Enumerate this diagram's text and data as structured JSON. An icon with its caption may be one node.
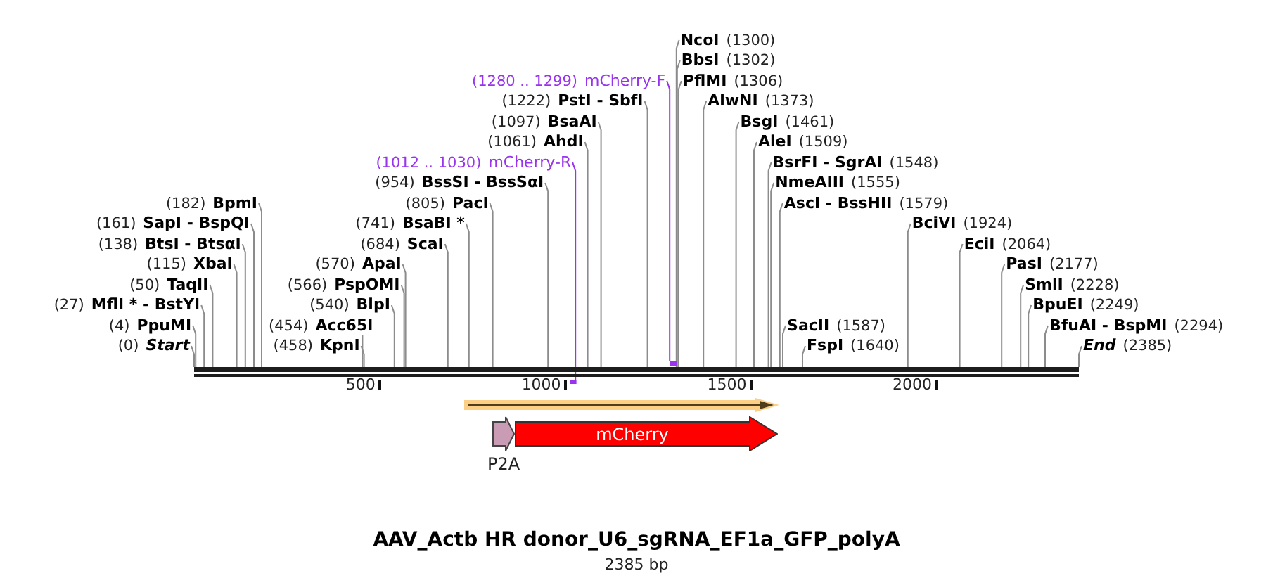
{
  "diagram": {
    "title": "AAV_Actb HR donor_U6_sgRNA_EF1a_GFP_polyA",
    "caption": "2385 bp",
    "nodes": [
      {
        "text": [
          "(0)",
          "Start"
        ]
      },
      {
        "text": [
          "(4)",
          "PpuMI"
        ]
      },
      {
        "text": [
          "(27)",
          "MflI * - BstYI"
        ]
      },
      {
        "text": [
          "(50)",
          "TaqII"
        ]
      },
      {
        "text": [
          "(115)",
          "XbaI"
        ]
      },
      {
        "text": [
          "(138)",
          "BtsI - BtsαI"
        ]
      },
      {
        "text": [
          "(161)",
          "SapI - BspQI"
        ]
      },
      {
        "text": [
          "(182)",
          "BpmI"
        ]
      },
      {
        "text": [
          "(454)",
          "Acc65I"
        ]
      },
      {
        "text": [
          "(458)",
          "KpnI"
        ]
      },
      {
        "text": [
          "(540)",
          "BlpI"
        ]
      },
      {
        "text": [
          "(566)",
          "PspOMI"
        ]
      },
      {
        "text": [
          "(570)",
          "ApaI"
        ]
      },
      {
        "text": [
          "(684)",
          "ScaI"
        ]
      },
      {
        "text": [
          "(741)",
          "BsaBI *"
        ]
      },
      {
        "text": [
          "(805)",
          "PacI"
        ]
      },
      {
        "text": [
          "(954)",
          "BssSI - BssSαI"
        ]
      },
      {
        "text": [
          "(1012 .. 1030)",
          "mCherry-R"
        ]
      },
      {
        "text": [],
        "shape": "bar"
      },
      {
        "text": [
          "(1061)",
          "AhdI"
        ]
      },
      {
        "text": [
          "(1097)",
          "BsaAI"
        ]
      },
      {
        "text": [
          "(1222)",
          "PstI - SbfI"
        ]
      },
      {
        "text": [
          "(1280 .. 1299)",
          "mCherry-F"
        ]
      },
      {
        "text": [],
        "shape": "bar"
      },
      {
        "text": [
          "NcoI",
          "(1300)"
        ]
      },
      {
        "text": [
          "BbsI",
          "(1302)"
        ]
      },
      {
        "text": [
          "PflMI",
          "(1306)"
        ]
      },
      {
        "text": [
          "AlwNI",
          "(1373)"
        ]
      },
      {
        "text": [
          "BsgI",
          "(1461)"
        ]
      },
      {
        "text": [
          "AleI",
          "(1509)"
        ]
      },
      {
        "text": [
          "BsrFI - SgrAI",
          "(1548)"
        ]
      },
      {
        "text": [
          "NmeAIII",
          "(1555)"
        ]
      },
      {
        "text": [
          "AscI - BssHII",
          "(1579)"
        ]
      },
      {
        "text": [
          "SacII",
          "(1587)"
        ]
      },
      {
        "text": [
          "FspI",
          "(1640)"
        ]
      },
      {
        "text": [
          "BciVI",
          "(1924)"
        ]
      },
      {
        "text": [
          "EciI",
          "(2064)"
        ]
      },
      {
        "text": [
          "PasI",
          "(2177)"
        ]
      },
      {
        "text": [
          "SmlI",
          "(2228)"
        ]
      },
      {
        "text": [
          "BpuEI",
          "(2249)"
        ]
      },
      {
        "text": [
          "BfuAI - BspMI",
          "(2294)"
        ]
      },
      {
        "text": [
          "End",
          "(2385)"
        ]
      },
      {
        "text": [],
        "shape": "bar"
      },
      {
        "text": [],
        "shape": "arrow"
      },
      {
        "text": [
          "P2A"
        ]
      },
      {
        "text": [
          "mCherry"
        ]
      }
    ],
    "edges": [
      {
        "from": 0,
        "to": 42,
        "arrow": "none"
      },
      {
        "from": 1,
        "to": 42,
        "arrow": "none"
      },
      {
        "from": 2,
        "to": 42,
        "arrow": "none"
      },
      {
        "from": 3,
        "to": 42,
        "arrow": "none"
      },
      {
        "from": 4,
        "to": 42,
        "arrow": "none"
      },
      {
        "from": 5,
        "to": 42,
        "arrow": "none"
      },
      {
        "from": 6,
        "to": 42,
        "arrow": "none"
      },
      {
        "from": 7,
        "to": 42,
        "arrow": "none"
      },
      {
        "from": 8,
        "to": 42,
        "arrow": "none"
      },
      {
        "from": 9,
        "to": 42,
        "arrow": "none"
      },
      {
        "from": 10,
        "to": 42,
        "arrow": "none"
      },
      {
        "from": 11,
        "to": 42,
        "arrow": "none"
      },
      {
        "from": 12,
        "to": 42,
        "arrow": "none"
      },
      {
        "from": 13,
        "to": 42,
        "arrow": "none"
      },
      {
        "from": 14,
        "to": 42,
        "arrow": "none"
      },
      {
        "from": 15,
        "to": 42,
        "arrow": "none"
      },
      {
        "from": 16,
        "to": 42,
        "arrow": "none"
      },
      {
        "from": 17,
        "to": 18,
        "arrow": "none",
        "color": "#9933ee"
      },
      {
        "from": 19,
        "to": 42,
        "arrow": "none"
      },
      {
        "from": 20,
        "to": 42,
        "arrow": "none"
      },
      {
        "from": 21,
        "to": 42,
        "arrow": "none"
      },
      {
        "from": 22,
        "to": 23,
        "arrow": "none",
        "color": "#9933ee"
      },
      {
        "from": 24,
        "to": 42,
        "arrow": "none"
      },
      {
        "from": 25,
        "to": 42,
        "arrow": "none"
      },
      {
        "from": 26,
        "to": 42,
        "arrow": "none"
      },
      {
        "from": 27,
        "to": 42,
        "arrow": "none"
      },
      {
        "from": 28,
        "to": 42,
        "arrow": "none"
      },
      {
        "from": 29,
        "to": 42,
        "arrow": "none"
      },
      {
        "from": 30,
        "to": 42,
        "arrow": "none"
      },
      {
        "from": 31,
        "to": 42,
        "arrow": "none"
      },
      {
        "from": 32,
        "to": 42,
        "arrow": "none"
      },
      {
        "from": 33,
        "to": 42,
        "arrow": "none"
      },
      {
        "from": 34,
        "to": 42,
        "arrow": "none"
      },
      {
        "from": 35,
        "to": 42,
        "arrow": "none"
      },
      {
        "from": 36,
        "to": 42,
        "arrow": "none"
      },
      {
        "from": 37,
        "to": 42,
        "arrow": "none"
      },
      {
        "from": 38,
        "to": 42,
        "arrow": "none"
      },
      {
        "from": 39,
        "to": 42,
        "arrow": "none"
      },
      {
        "from": 40,
        "to": 42,
        "arrow": "none"
      },
      {
        "from": 41,
        "to": 42,
        "arrow": "none"
      }
    ],
    "labels": [
      "500",
      "1000",
      "1500",
      "2000"
    ]
  }
}
